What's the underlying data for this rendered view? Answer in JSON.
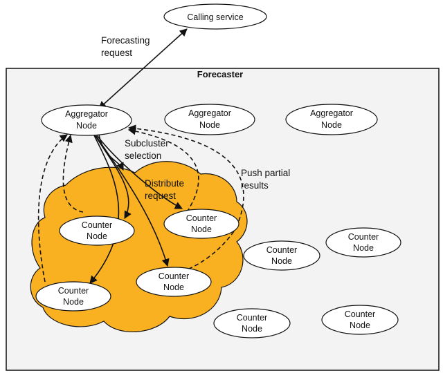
{
  "title": "Forecaster",
  "calling_service": "Calling service",
  "labels": {
    "forecasting_request": [
      "Forecasting",
      "request"
    ],
    "subcluster_selection": [
      "Subcluster",
      "selection"
    ],
    "distribute_request": [
      "Distribute",
      "request"
    ],
    "push_partial_results": [
      "Push partial",
      "results"
    ]
  },
  "nodes": {
    "aggregator": [
      [
        "Aggregator",
        "Node"
      ],
      [
        "Aggregator",
        "Node"
      ],
      [
        "Aggregator",
        "Node"
      ]
    ],
    "counter": [
      [
        "Counter",
        "Node"
      ],
      [
        "Counter",
        "Node"
      ],
      [
        "Counter",
        "Node"
      ],
      [
        "Counter",
        "Node"
      ],
      [
        "Counter",
        "Node"
      ],
      [
        "Counter",
        "Node"
      ],
      [
        "Counter",
        "Node"
      ],
      [
        "Counter",
        "Node"
      ]
    ]
  },
  "colors": {
    "panel_fill": "#f3f3f3",
    "cluster_fill": "#f9b121",
    "stroke": "#111111"
  }
}
